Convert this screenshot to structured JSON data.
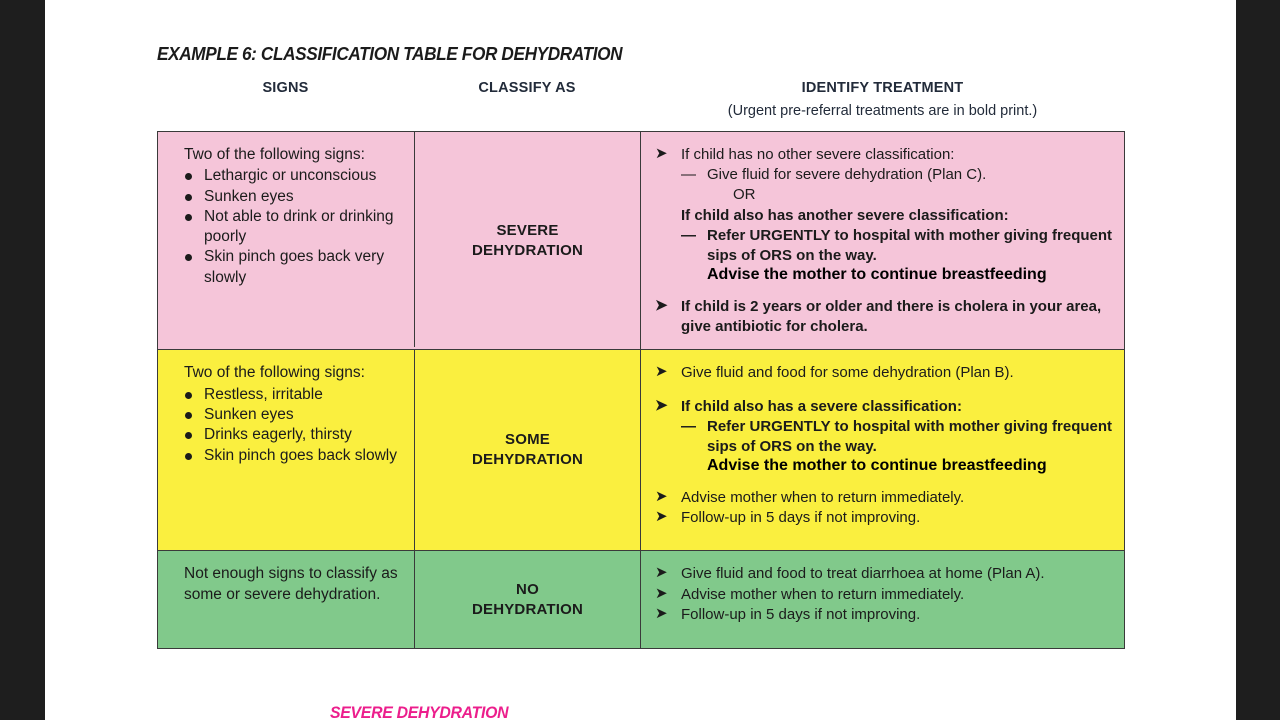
{
  "page": {
    "top_cut_text": "",
    "title": "EXAMPLE 6: CLASSIFICATION TABLE FOR DEHYDRATION",
    "bottom_caption": "SEVERE DEHYDRATION",
    "colors": {
      "severe_row": "#f5c5d9",
      "some_row": "#faef3f",
      "none_row": "#81c98b",
      "caption_pink": "#ec1e8c",
      "letterbox": "#1e1e1e",
      "text": "#1b1b1b",
      "header_text": "#222b3a"
    }
  },
  "column_headers": {
    "signs": "SIGNS",
    "classify": "CLASSIFY AS",
    "treatment": "IDENTIFY TREATMENT",
    "treatment_sub": "(Urgent pre-referral treatments are in bold print.)"
  },
  "rows": [
    {
      "id": "severe",
      "signs_lead": "Two of the following signs:",
      "signs": [
        "Lethargic or unconscious",
        "Sunken eyes",
        "Not able to drink or drinking poorly",
        "Skin pinch goes back very slowly"
      ],
      "classify": "SEVERE\nDEHYDRATION",
      "classify_line1": "SEVERE",
      "classify_line2": "DEHYDRATION",
      "treatment": {
        "g1_item1": "If child has no other severe classification:",
        "g1_sub1": "Give fluid for severe dehydration (Plan C).",
        "g1_or": "OR",
        "g1_item2": "If child also has another severe classification:",
        "g1_sub2": "Refer URGENTLY to hospital with mother giving frequent sips of ORS on the way.",
        "g1_sub2_cont": "Advise the mother to continue breastfeeding",
        "g2_item1": "If child is 2 years or older and there is cholera in your area, give antibiotic for cholera."
      }
    },
    {
      "id": "some",
      "signs_lead": "Two of the following signs:",
      "signs": [
        "Restless, irritable",
        "Sunken eyes",
        "Drinks eagerly, thirsty",
        "Skin pinch goes back slowly"
      ],
      "classify_line1": "SOME",
      "classify_line2": "DEHYDRATION",
      "treatment": {
        "g1_item1": "Give fluid and food for some dehydration (Plan B).",
        "g2_item1": "If child also has a severe classification:",
        "g2_sub1": "Refer URGENTLY to hospital with mother giving frequent sips of ORS on the way.",
        "g2_sub1_cont": "Advise the mother to continue breastfeeding",
        "g3_item1": "Advise mother when to return immediately.",
        "g3_item2": "Follow-up in 5 days if not improving."
      }
    },
    {
      "id": "none",
      "signs_text": "Not enough signs to classify as some or severe dehydration.",
      "classify_line1": "NO",
      "classify_line2": "DEHYDRATION",
      "treatment": {
        "g1_item1": "Give fluid and food to treat diarrhoea at home (Plan A).",
        "g1_item2": "Advise mother when to return immediately.",
        "g1_item3": "Follow-up in 5 days if not improving."
      }
    }
  ],
  "icons": {
    "arrow": "➤",
    "dash": "—"
  }
}
